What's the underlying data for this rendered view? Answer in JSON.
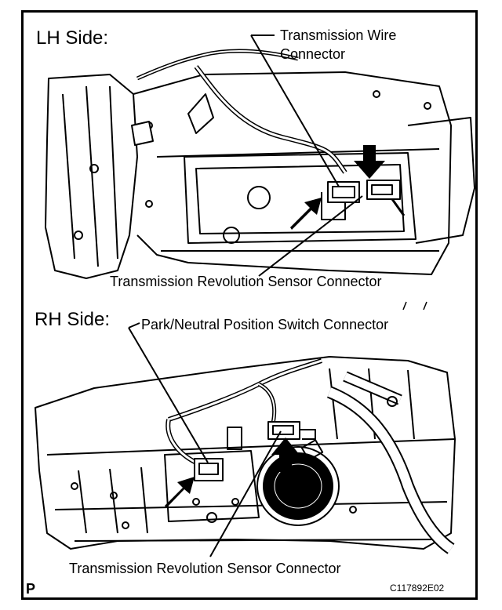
{
  "lh_section": {
    "title": "LH Side:",
    "callouts": {
      "transmission_wire_connector": [
        "Transmission Wire",
        "Connector"
      ],
      "revolution_sensor_connector": "Transmission Revolution Sensor Connector"
    }
  },
  "rh_section": {
    "title": "RH Side:",
    "callouts": {
      "park_neutral_switch_connector": "Park/Neutral Position Switch Connector",
      "revolution_sensor_connector": "Transmission Revolution Sensor Connector"
    }
  },
  "footer": {
    "corner_mark": "P",
    "figure_code": "C117892E02"
  }
}
